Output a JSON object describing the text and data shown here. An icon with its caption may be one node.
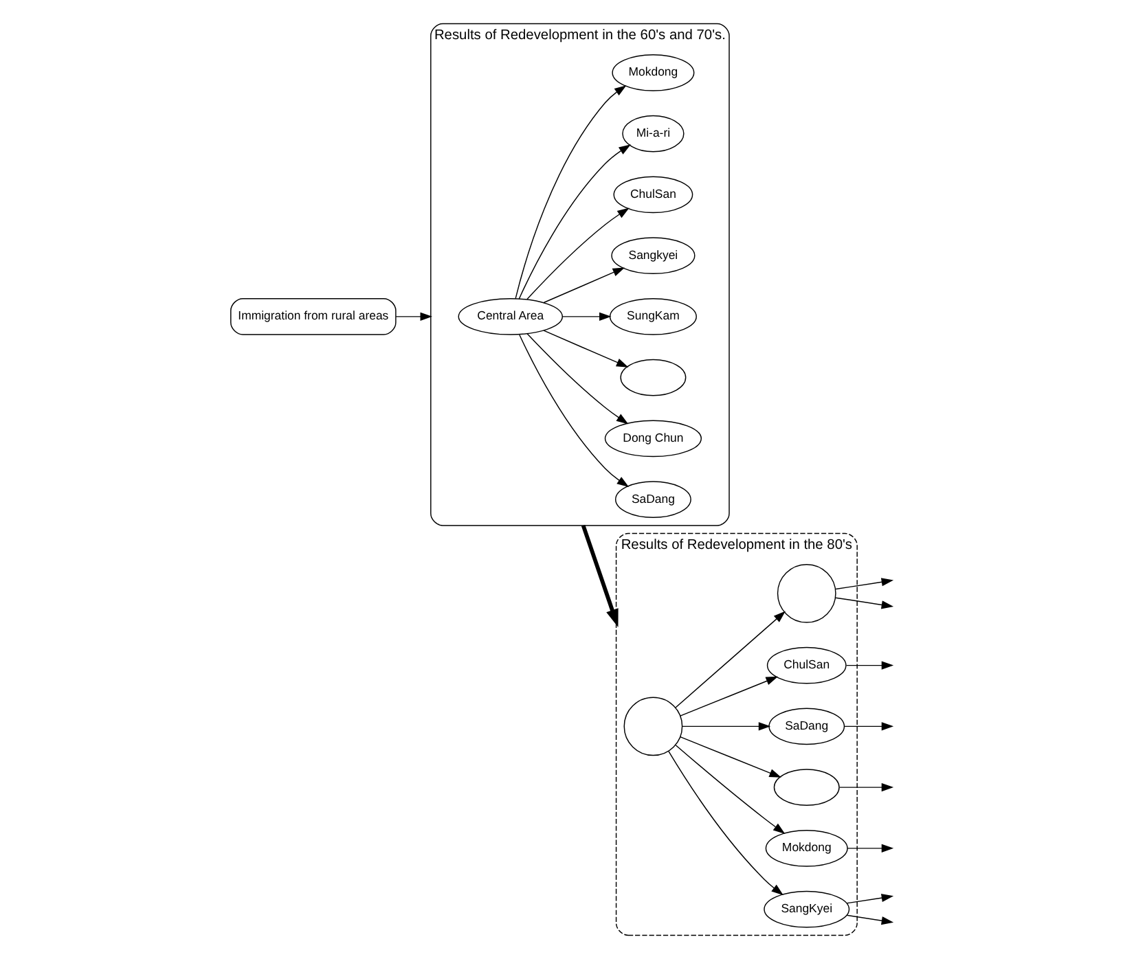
{
  "diagram": {
    "nodes": [
      {
        "text": [
          "Immigration from rural areas"
        ]
      },
      {
        "text": [
          "Results of Redevelopment in the 60's and 70's."
        ]
      },
      {
        "text": [
          "Central Area"
        ],
        "in": 1
      },
      {
        "text": [
          "SaDang"
        ],
        "in": 1
      },
      {
        "text": [
          "Dong Chun"
        ],
        "in": 1
      },
      {
        "text": [],
        "shape": "ellipse",
        "in": 1
      },
      {
        "text": [
          "SungKam"
        ],
        "in": 1
      },
      {
        "text": [
          "Sangkyei"
        ],
        "in": 1
      },
      {
        "text": [
          "ChulSan"
        ],
        "in": 1
      },
      {
        "text": [
          "Mi-a-ri"
        ],
        "in": 1
      },
      {
        "text": [
          "Mokdong"
        ],
        "in": 1
      },
      {
        "text": [
          "Results of Redevelopment in the 80's"
        ]
      },
      {
        "text": [],
        "shape": "circle",
        "in": 11
      },
      {
        "text": [],
        "shape": "circle",
        "in": 11
      },
      {
        "text": [
          "ChulSan"
        ],
        "in": 11
      },
      {
        "text": [
          "SaDang"
        ],
        "in": 11
      },
      {
        "text": [],
        "shape": "ellipse",
        "in": 11
      },
      {
        "text": [
          "Mokdong"
        ],
        "in": 11
      },
      {
        "text": [
          "SangKyei"
        ],
        "in": 11
      }
    ],
    "edges": [
      {
        "from": 0,
        "to": 1,
        "arrow": "to"
      },
      {
        "from": 2,
        "to": 3,
        "arrow": "to"
      },
      {
        "from": 2,
        "to": 4,
        "arrow": "to"
      },
      {
        "from": 2,
        "to": 5,
        "arrow": "to"
      },
      {
        "from": 2,
        "to": 6,
        "arrow": "to"
      },
      {
        "from": 2,
        "to": 7,
        "arrow": "to"
      },
      {
        "from": 2,
        "to": 8,
        "arrow": "to"
      },
      {
        "from": 2,
        "to": 9,
        "arrow": "to"
      },
      {
        "from": 2,
        "to": 10,
        "arrow": "to"
      },
      {
        "from": 1,
        "to": 11,
        "arrow": "to",
        "style": "thick"
      },
      {
        "from": 12,
        "to": 14,
        "arrow": "to"
      },
      {
        "from": 12,
        "to": 15,
        "arrow": "to"
      },
      {
        "from": 12,
        "to": 16,
        "arrow": "to"
      },
      {
        "from": 12,
        "to": 13,
        "arrow": "to"
      },
      {
        "from": 12,
        "to": 17,
        "arrow": "to"
      },
      {
        "from": 12,
        "to": 18,
        "arrow": "to"
      },
      {
        "from": 14,
        "to": null,
        "arrow": "to"
      },
      {
        "from": 15,
        "to": null,
        "arrow": "to"
      },
      {
        "from": 16,
        "to": null,
        "arrow": "to"
      },
      {
        "from": 13,
        "to": null,
        "arrow": "to"
      },
      {
        "from": 13,
        "to": null,
        "arrow": "to"
      },
      {
        "from": 17,
        "to": null,
        "arrow": "to"
      },
      {
        "from": 18,
        "to": null,
        "arrow": "to"
      },
      {
        "from": 18,
        "to": null,
        "arrow": "to"
      }
    ]
  }
}
